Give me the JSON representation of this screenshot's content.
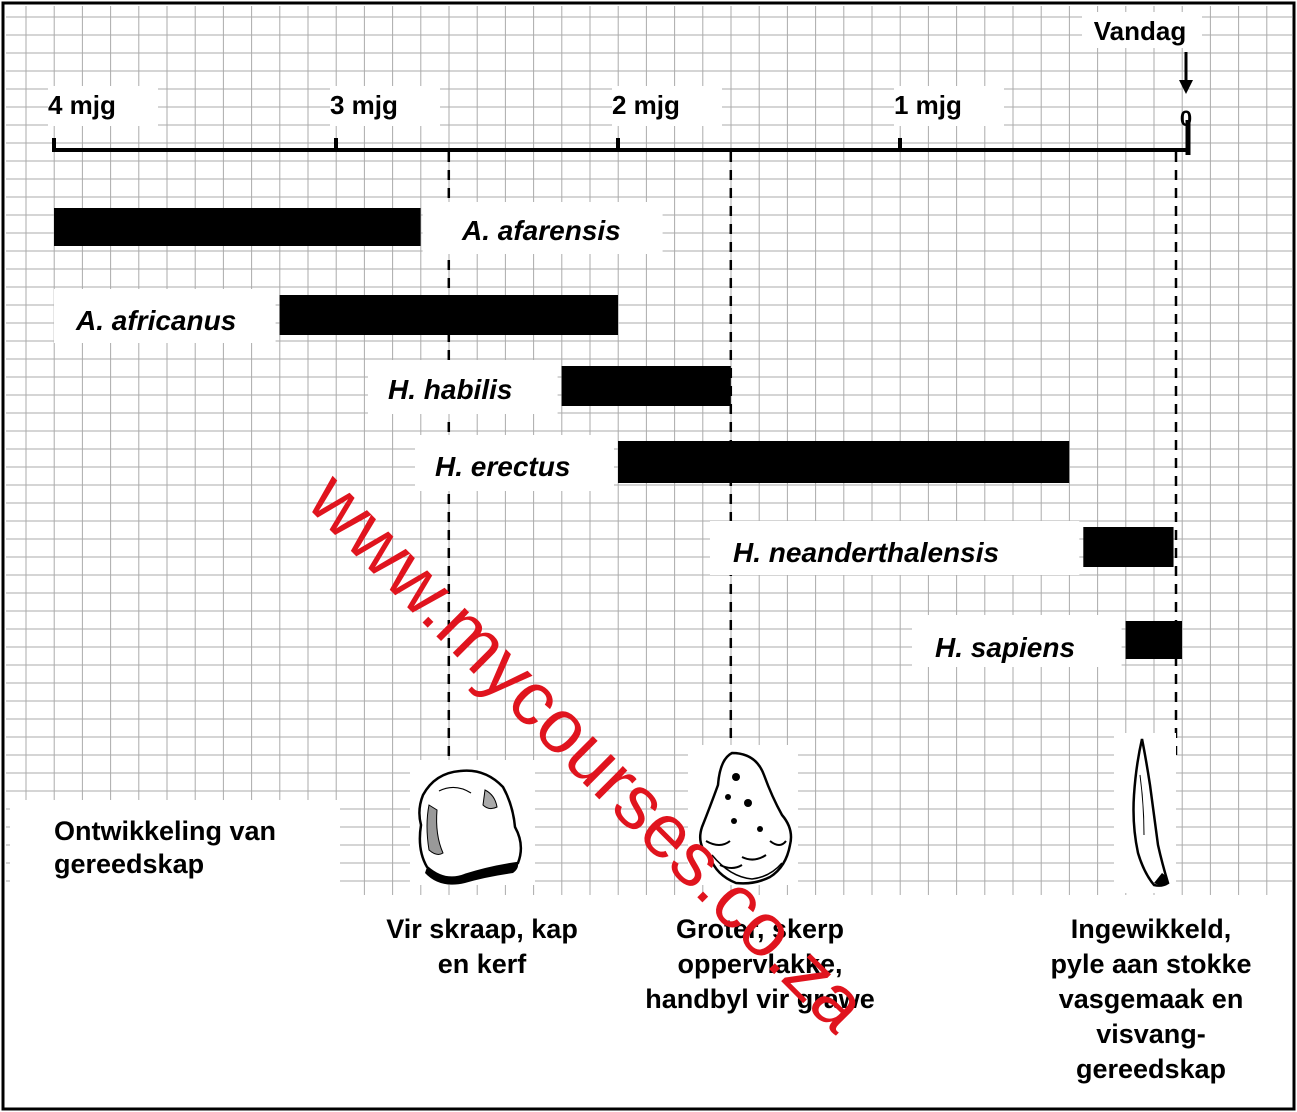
{
  "timeline": {
    "today_label": "Vandag",
    "zero_label": "0",
    "ticks": [
      {
        "value": 4,
        "label": "4 mjg"
      },
      {
        "value": 3,
        "label": "3 mjg"
      },
      {
        "value": 2,
        "label": "2 mjg"
      },
      {
        "value": 1,
        "label": "1 mjg"
      }
    ]
  },
  "species": [
    {
      "name": "A. afarensis",
      "start_mya": 4.0,
      "end_mya": 2.7
    },
    {
      "name": "A. africanus",
      "start_mya": 3.2,
      "end_mya": 2.0
    },
    {
      "name": "H. habilis",
      "start_mya": 2.2,
      "end_mya": 1.6
    },
    {
      "name": "H. erectus",
      "start_mya": 2.0,
      "end_mya": 0.4
    },
    {
      "name": "H. neanderthalensis",
      "start_mya": 0.35,
      "end_mya": 0.03
    },
    {
      "name": "H. sapiens",
      "start_mya": 0.2,
      "end_mya": 0.0
    }
  ],
  "tools": {
    "heading": "Ontwikkeling van gereedskap",
    "items": [
      {
        "time_mya": 2.6,
        "description": "Vir skraap, kap en kerf",
        "icon": "flake-tool-icon"
      },
      {
        "time_mya": 1.6,
        "description": "Groter, skerp oppervlakke, handbyl vir grawe",
        "icon": "hand-axe-icon"
      },
      {
        "time_mya": 0.03,
        "description": "Ingewikkeld, pyle aan stokke vasgemaak en visvang-gereedskap",
        "icon": "arrowhead-icon"
      }
    ]
  },
  "watermark": "www.mycourses.co.za",
  "colors": {
    "bar": "#000000",
    "grid": "#aaaaaa",
    "watermark": "#e0141e"
  }
}
